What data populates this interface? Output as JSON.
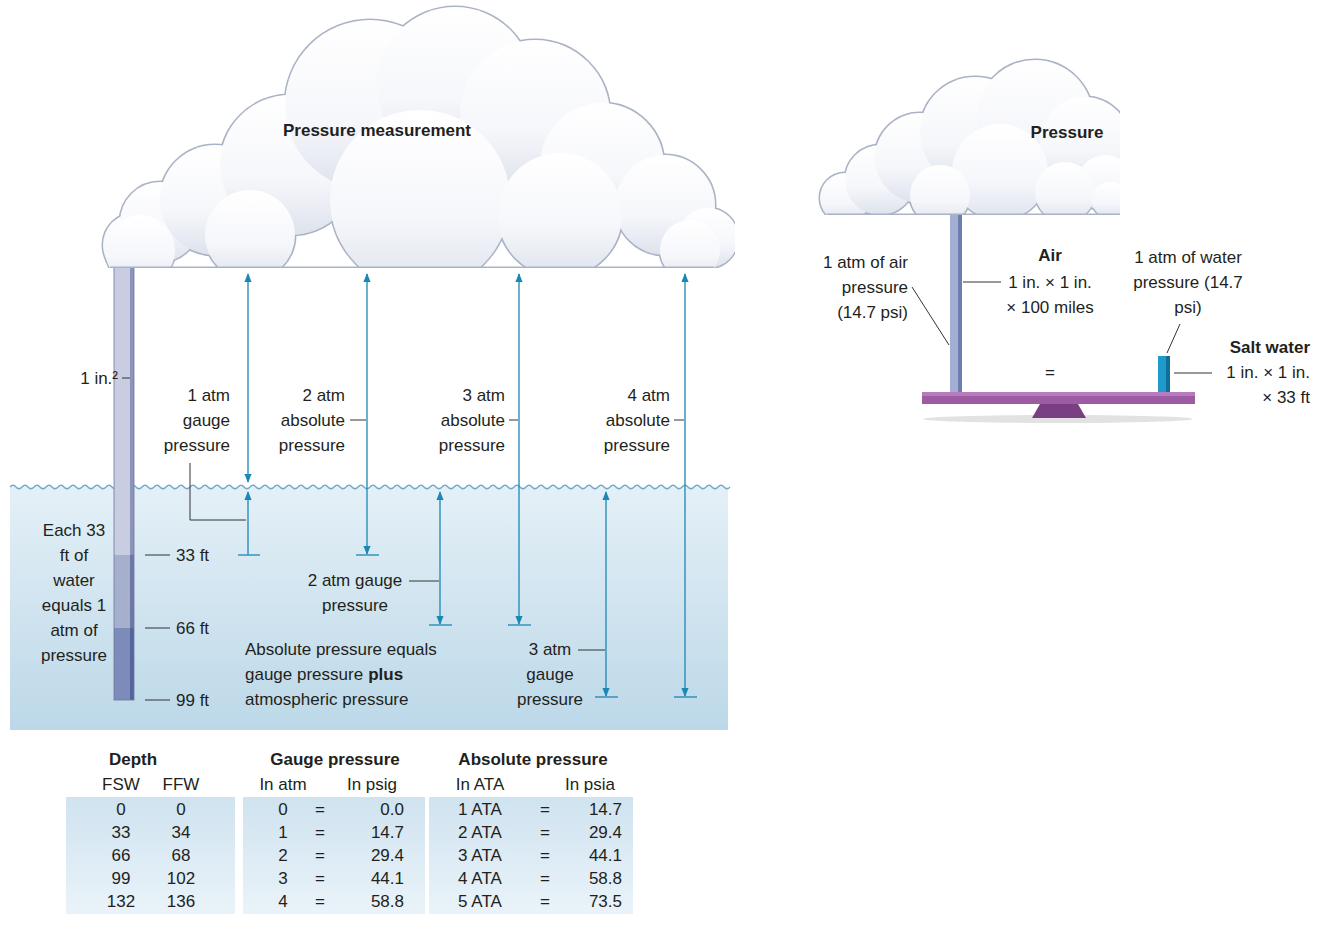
{
  "diagram": {
    "nodes": [
      {
        "text": [
          "Pressure measurement"
        ]
      },
      {
        "text": [
          "Pressure"
        ]
      }
    ],
    "labels": [
      "1 in.²",
      "Each 33 ft of water equals 1 atm of pressure",
      "33 ft",
      "66 ft",
      "99 ft",
      "1 atm gauge pressure",
      "2 atm absolute pressure",
      "3 atm absolute pressure",
      "4 atm absolute pressure",
      "2 atm gauge pressure",
      "Absolute pressure equals",
      "gauge pressure",
      "plus",
      "atmospheric pressure",
      "3 atm gauge pressure",
      "1 atm of air pressure (14.7 psi)",
      "Air",
      "1 in. × 1 in. × 100 miles",
      "=",
      "1 atm of water pressure (14.7 psi)",
      "Salt water",
      "1 in. × 1 in. × 33 ft",
      "Depth",
      "Gauge pressure",
      "Absolute pressure",
      "FSW",
      "FFW",
      "In atm",
      "In psig",
      "In ATA",
      "In psia",
      "0",
      "0",
      "0",
      "=",
      "0.0",
      "1 ATA",
      "=",
      "14.7",
      "33",
      "34",
      "1",
      "=",
      "14.7",
      "2 ATA",
      "=",
      "29.4",
      "66",
      "68",
      "2",
      "=",
      "29.4",
      "3 ATA",
      "=",
      "44.1",
      "99",
      "102",
      "3",
      "=",
      "44.1",
      "4 ATA",
      "=",
      "58.8",
      "132",
      "136",
      "4",
      "=",
      "58.8",
      "5 ATA",
      "=",
      "73.5"
    ]
  }
}
